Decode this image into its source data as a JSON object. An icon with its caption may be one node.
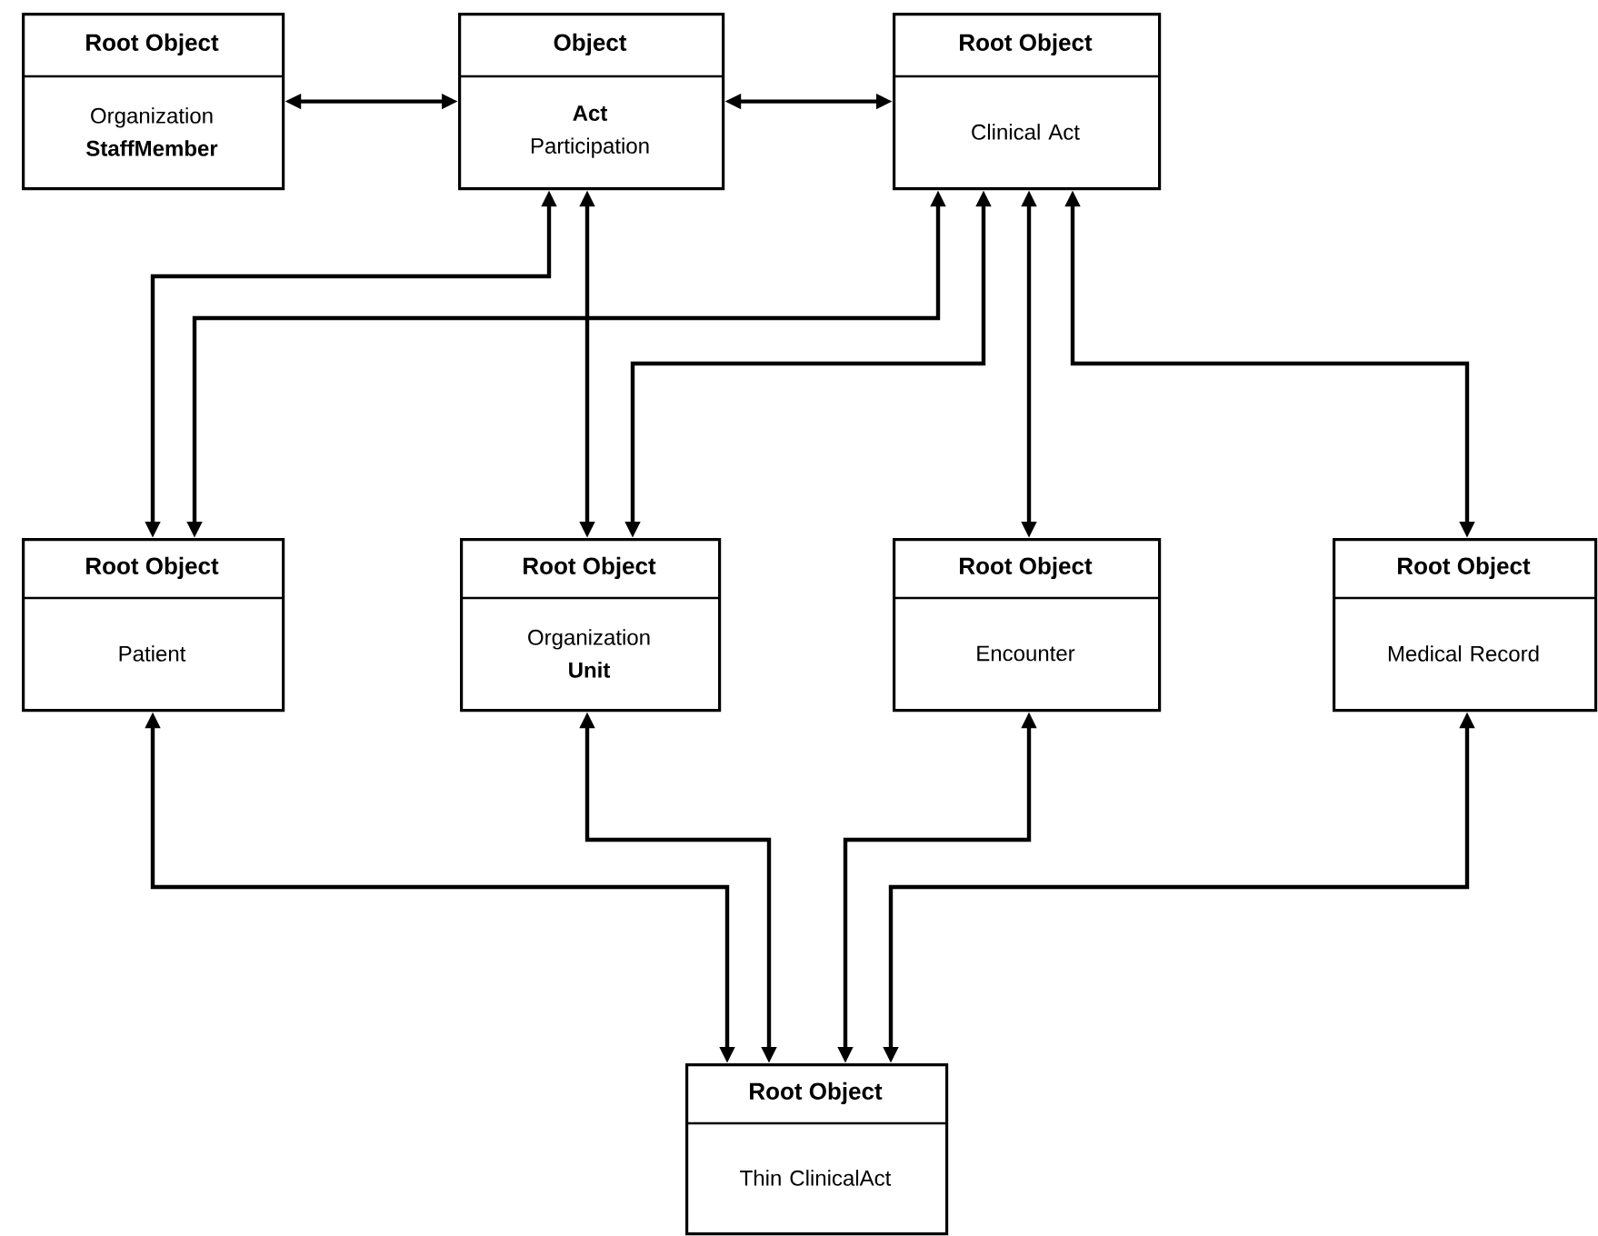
{
  "diagram": {
    "nodes": [
      {
        "text": [
          "Root Object",
          "Organization **StaffMember**"
        ]
      },
      {
        "text": [
          "Object",
          "**Act** Participation"
        ]
      },
      {
        "text": [
          "Root Object",
          "Clinical Act"
        ]
      },
      {
        "text": [
          "Root Object",
          "Patient"
        ]
      },
      {
        "text": [
          "Root Object",
          "Organization **Unit**"
        ]
      },
      {
        "text": [
          "Root Object",
          "Encounter"
        ]
      },
      {
        "text": [
          "Root Object",
          "Medical Record"
        ]
      },
      {
        "text": [
          "Root Object",
          "Thin ClinicalAct"
        ]
      }
    ],
    "edges": [
      {
        "from": 0,
        "to": 1,
        "arrow": "both"
      },
      {
        "from": 1,
        "to": 2,
        "arrow": "both"
      },
      {
        "from": 1,
        "to": 3,
        "arrow": "both"
      },
      {
        "from": 2,
        "to": 3,
        "arrow": "both"
      },
      {
        "from": 1,
        "to": 4,
        "arrow": "both"
      },
      {
        "from": 2,
        "to": 4,
        "arrow": "both"
      },
      {
        "from": 2,
        "to": 5,
        "arrow": "both"
      },
      {
        "from": 2,
        "to": 6,
        "arrow": "both"
      },
      {
        "from": 3,
        "to": 7,
        "arrow": "both"
      },
      {
        "from": 4,
        "to": 7,
        "arrow": "both"
      },
      {
        "from": 5,
        "to": 7,
        "arrow": "both"
      },
      {
        "from": 6,
        "to": 7,
        "arrow": "both"
      }
    ]
  }
}
